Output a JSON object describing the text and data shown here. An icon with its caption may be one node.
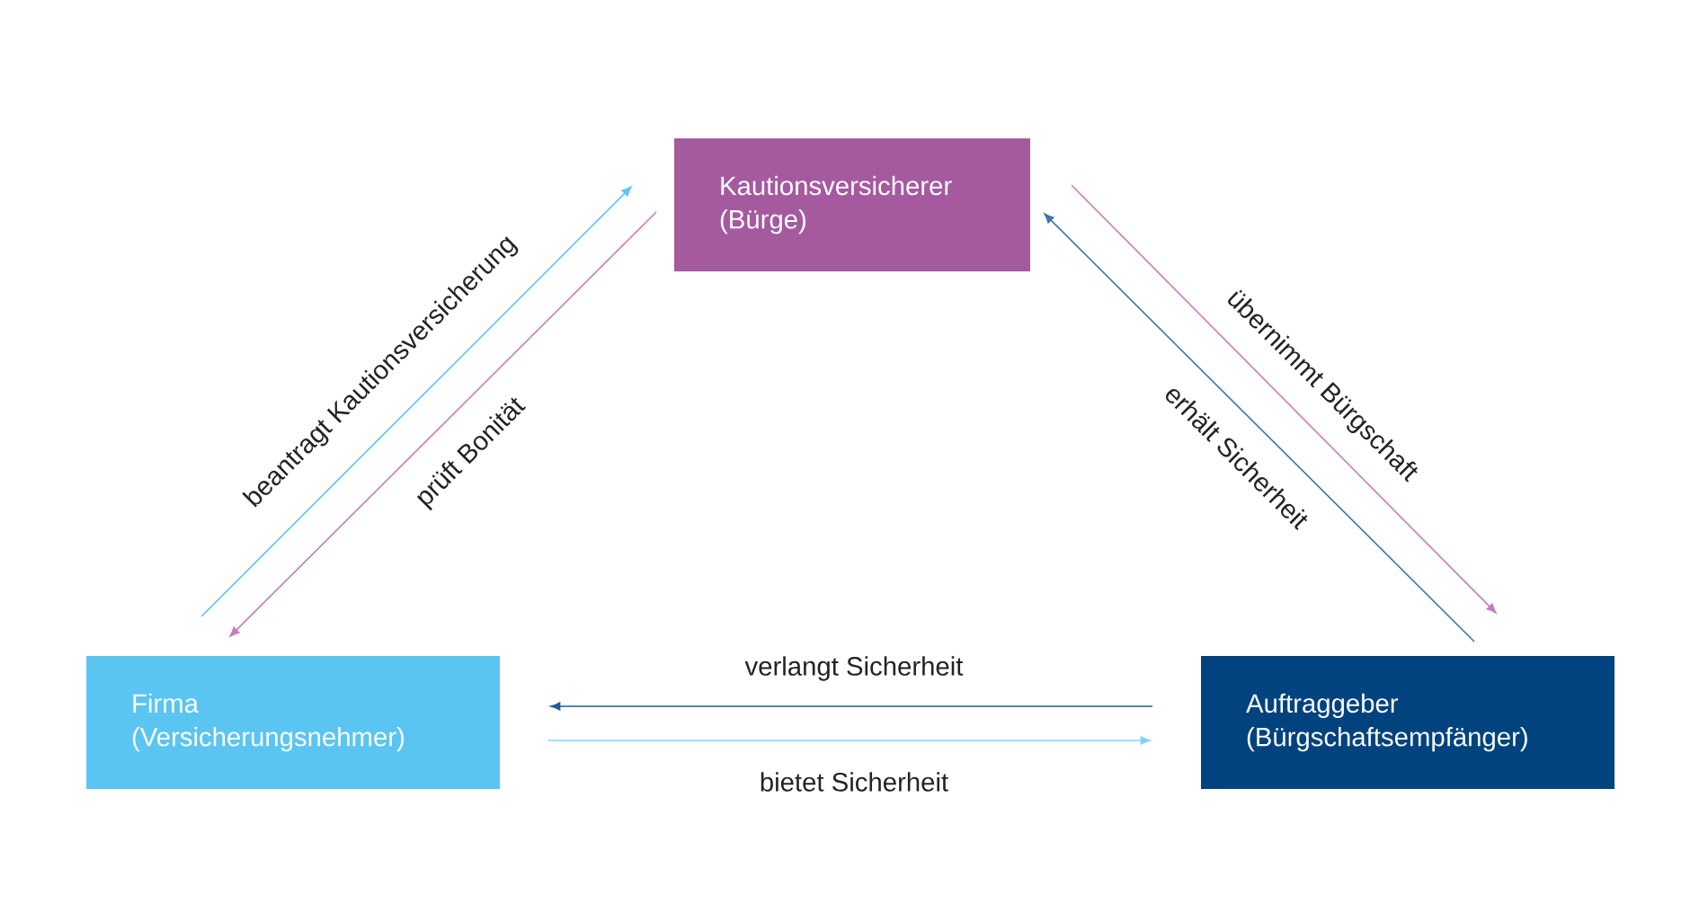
{
  "diagram": {
    "nodes": [
      {
        "text": [
          "Kautionsversicherer (Bürge)"
        ]
      },
      {
        "text": [
          "Firma (Versicherungsnehmer)"
        ]
      },
      {
        "text": [
          "Auftraggeber (Bürgschaftsempfänger)"
        ]
      }
    ],
    "edges": [
      {
        "from": 1,
        "to": 0,
        "arrow": "to",
        "label": "beantragt Kautionsversicherung",
        "color": "#5bc5f2"
      },
      {
        "from": 0,
        "to": 1,
        "arrow": "to",
        "label": "prüft Bonität",
        "color": "#c47cbf"
      },
      {
        "from": 2,
        "to": 0,
        "arrow": "to",
        "label": "erhält Sicherheit",
        "color": "#3a74ad"
      },
      {
        "from": 0,
        "to": 2,
        "arrow": "to",
        "label": "übernimmt Bürgschaft",
        "color": "#c47cbf"
      },
      {
        "from": 2,
        "to": 1,
        "arrow": "to",
        "label": "verlangt Sicherheit",
        "color": "#1f5c98"
      },
      {
        "from": 1,
        "to": 2,
        "arrow": "to",
        "label": "bietet Sicherheit",
        "color": "#7fd3f5"
      }
    ]
  }
}
